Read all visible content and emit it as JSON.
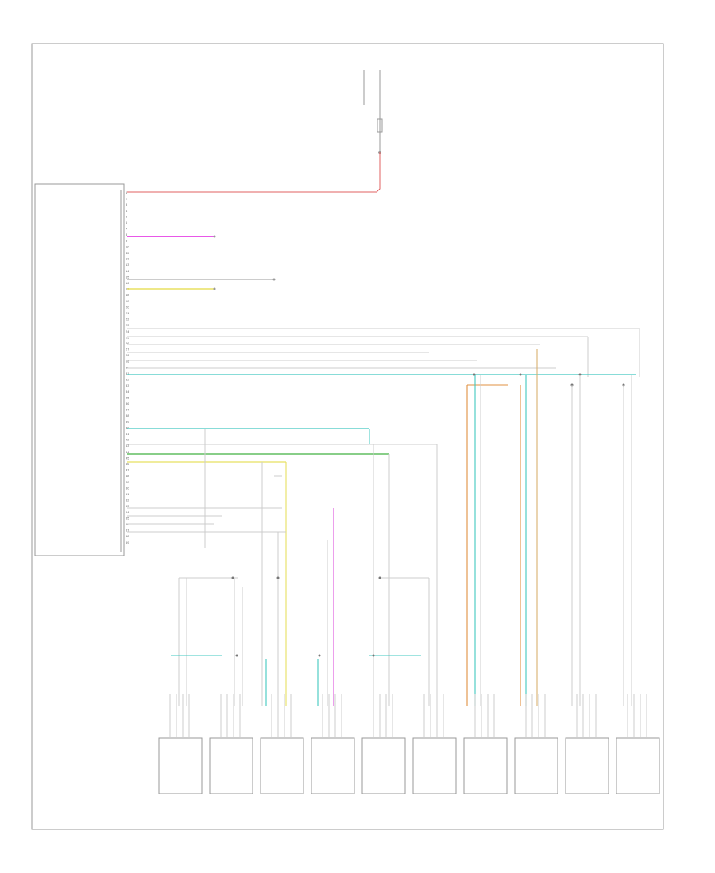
{
  "diagram": {
    "colors": {
      "frame": "#999999",
      "wire_default": "#bbbbbb",
      "red": "#e06060",
      "magenta": "#e020e0",
      "yellow": "#e8e060",
      "teal": "#40c8c0",
      "green": "#40b040",
      "orange": "#e09040",
      "tan": "#d8b070",
      "pink": "#e060e0",
      "text": "#666666"
    },
    "module_pins": [
      "1",
      "2",
      "3",
      "4",
      "5",
      "6",
      "7",
      "8",
      "9",
      "10",
      "11",
      "12",
      "13",
      "14",
      "15",
      "16",
      "17",
      "18",
      "19",
      "20",
      "21",
      "22",
      "23",
      "24",
      "25",
      "26",
      "27",
      "28",
      "29",
      "30",
      "31",
      "32",
      "33",
      "34",
      "35",
      "36",
      "37",
      "38",
      "39",
      "40",
      "41",
      "42",
      "43",
      "44",
      "45",
      "46",
      "47",
      "48",
      "49",
      "50",
      "51",
      "52",
      "53",
      "54",
      "55",
      "56",
      "57",
      "58",
      "59"
    ],
    "sensor_count": 10
  }
}
